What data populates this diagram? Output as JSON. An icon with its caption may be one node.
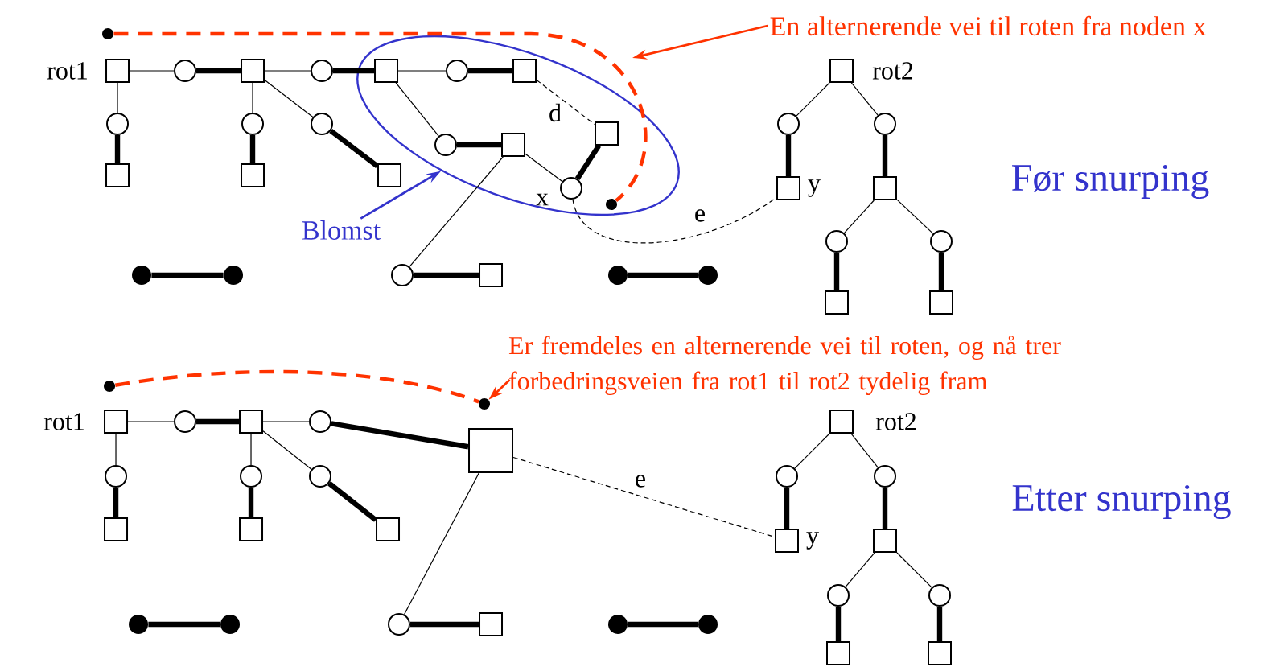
{
  "diagram": {
    "nodes": [
      {
        "text": [],
        "shape": "box",
        "beside": [
          "rot1"
        ]
      },
      {
        "text": [],
        "shape": "circle"
      },
      {
        "text": [],
        "shape": "box"
      },
      {
        "text": [],
        "shape": "circle"
      },
      {
        "text": [],
        "shape": "ellipse"
      },
      {
        "text": [],
        "shape": "box",
        "in": 4
      },
      {
        "text": [],
        "shape": "circle",
        "in": 4
      },
      {
        "text": [],
        "shape": "box",
        "in": 4
      },
      {
        "text": [],
        "shape": "circle",
        "in": 4
      },
      {
        "text": [],
        "shape": "box",
        "in": 4
      },
      {
        "text": [],
        "shape": "circle",
        "in": 4,
        "beside": [
          "x"
        ]
      },
      {
        "text": [],
        "shape": "box",
        "in": 4
      },
      {
        "text": [],
        "shape": "circle"
      },
      {
        "text": [],
        "shape": "box"
      },
      {
        "text": [],
        "shape": "circle"
      },
      {
        "text": [],
        "shape": "box"
      },
      {
        "text": [],
        "shape": "circle"
      },
      {
        "text": [],
        "shape": "box"
      },
      {
        "text": [],
        "shape": "circle"
      },
      {
        "text": [],
        "shape": "box"
      },
      {
        "text": [],
        "shape": "dot"
      },
      {
        "text": [],
        "shape": "dot"
      },
      {
        "text": [],
        "shape": "dot"
      },
      {
        "text": [],
        "shape": "dot"
      },
      {
        "text": [],
        "shape": "dot"
      },
      {
        "text": [],
        "shape": "dot",
        "in": 4
      },
      {
        "text": [
          "En alternerende vei til roten fra noden x"
        ]
      },
      {
        "text": [
          "Blomst"
        ]
      },
      {
        "text": [],
        "shape": "box",
        "beside": [
          "rot2"
        ]
      },
      {
        "text": [],
        "shape": "circle"
      },
      {
        "text": [],
        "shape": "circle"
      },
      {
        "text": [],
        "shape": "box",
        "beside": [
          "y"
        ]
      },
      {
        "text": [],
        "shape": "box"
      },
      {
        "text": [],
        "shape": "circle"
      },
      {
        "text": [],
        "shape": "circle"
      },
      {
        "text": [],
        "shape": "box"
      },
      {
        "text": [],
        "shape": "box"
      },
      {
        "text": [
          "Er fremdeles en alternerende vei til roten, og nå trer forbedringsveien fra rot1 til rot2 tydelig fram"
        ]
      },
      {
        "text": [],
        "shape": "dot"
      },
      {
        "text": [],
        "shape": "dot"
      },
      {
        "text": [],
        "shape": "box",
        "beside": [
          "rot1"
        ]
      },
      {
        "text": [],
        "shape": "circle"
      },
      {
        "text": [],
        "shape": "box"
      },
      {
        "text": [],
        "shape": "circle"
      },
      {
        "text": [],
        "shape": "box"
      },
      {
        "text": [],
        "shape": "circle"
      },
      {
        "text": [],
        "shape": "box"
      },
      {
        "text": [],
        "shape": "circle"
      },
      {
        "text": [],
        "shape": "box"
      },
      {
        "text": [],
        "shape": "circle"
      },
      {
        "text": [],
        "shape": "box"
      },
      {
        "text": [],
        "shape": "circle"
      },
      {
        "text": [],
        "shape": "box"
      },
      {
        "text": [],
        "shape": "dot"
      },
      {
        "text": [],
        "shape": "dot"
      },
      {
        "text": [],
        "shape": "dot"
      },
      {
        "text": [],
        "shape": "dot"
      },
      {
        "text": [],
        "shape": "box",
        "beside": [
          "rot2"
        ]
      },
      {
        "text": [],
        "shape": "circle"
      },
      {
        "text": [],
        "shape": "circle"
      },
      {
        "text": [],
        "shape": "box",
        "beside": [
          "y"
        ]
      },
      {
        "text": [],
        "shape": "box"
      },
      {
        "text": [],
        "shape": "circle"
      },
      {
        "text": [],
        "shape": "circle"
      },
      {
        "text": [],
        "shape": "box"
      },
      {
        "text": [],
        "shape": "box"
      }
    ],
    "edges": [
      {
        "from": 0,
        "to": 1,
        "arrow": "none"
      },
      {
        "from": 1,
        "to": 2,
        "arrow": "none",
        "style": "thick"
      },
      {
        "from": 2,
        "to": 3,
        "arrow": "none"
      },
      {
        "from": 3,
        "to": 5,
        "arrow": "none",
        "style": "thick"
      },
      {
        "from": 5,
        "to": 6,
        "arrow": "none"
      },
      {
        "from": 6,
        "to": 7,
        "arrow": "none",
        "style": "thick"
      },
      {
        "from": 0,
        "to": 12,
        "arrow": "none"
      },
      {
        "from": 12,
        "to": 13,
        "arrow": "none",
        "style": "thick"
      },
      {
        "from": 2,
        "to": 14,
        "arrow": "none"
      },
      {
        "from": 14,
        "to": 15,
        "arrow": "none",
        "style": "thick"
      },
      {
        "from": 2,
        "to": 16,
        "arrow": "none"
      },
      {
        "from": 16,
        "to": 17,
        "arrow": "none",
        "style": "thick"
      },
      {
        "from": 5,
        "to": 8,
        "arrow": "none"
      },
      {
        "from": 8,
        "to": 9,
        "arrow": "none",
        "style": "thick"
      },
      {
        "from": 9,
        "to": 10,
        "arrow": "none"
      },
      {
        "from": 10,
        "to": 11,
        "arrow": "none",
        "style": "thick"
      },
      {
        "from": 7,
        "to": 11,
        "arrow": "none",
        "style": "dashed",
        "label": "d"
      },
      {
        "from": 9,
        "to": 18,
        "arrow": "none"
      },
      {
        "from": 18,
        "to": 19,
        "arrow": "none",
        "style": "thick"
      },
      {
        "from": 20,
        "to": 21,
        "arrow": "none",
        "style": "thick"
      },
      {
        "from": 22,
        "to": 23,
        "arrow": "none",
        "style": "thick"
      },
      {
        "from": 24,
        "to": 25,
        "arrow": "none",
        "style": "dashed",
        "color": "#ff3300"
      },
      {
        "from": 26,
        "to": null,
        "arrow": "to",
        "color": "#ff3300"
      },
      {
        "from": 27,
        "to": 4,
        "arrow": "to",
        "color": "#3333cc"
      },
      {
        "from": 10,
        "to": 31,
        "arrow": "none",
        "style": "dashed",
        "label": "e"
      },
      {
        "from": 28,
        "to": 29,
        "arrow": "none"
      },
      {
        "from": 28,
        "to": 30,
        "arrow": "none"
      },
      {
        "from": 29,
        "to": 31,
        "arrow": "none",
        "style": "thick"
      },
      {
        "from": 30,
        "to": 32,
        "arrow": "none",
        "style": "thick"
      },
      {
        "from": 32,
        "to": 33,
        "arrow": "none"
      },
      {
        "from": 32,
        "to": 34,
        "arrow": "none"
      },
      {
        "from": 33,
        "to": 35,
        "arrow": "none",
        "style": "thick"
      },
      {
        "from": 34,
        "to": 36,
        "arrow": "none",
        "style": "thick"
      },
      {
        "from": 38,
        "to": 39,
        "arrow": "none",
        "style": "dashed",
        "color": "#ff3300"
      },
      {
        "from": 37,
        "to": 39,
        "arrow": "to",
        "color": "#ff3300"
      },
      {
        "from": 40,
        "to": 41,
        "arrow": "none"
      },
      {
        "from": 41,
        "to": 42,
        "arrow": "none",
        "style": "thick"
      },
      {
        "from": 42,
        "to": 43,
        "arrow": "none"
      },
      {
        "from": 43,
        "to": 44,
        "arrow": "none",
        "style": "thick"
      },
      {
        "from": 40,
        "to": 45,
        "arrow": "none"
      },
      {
        "from": 45,
        "to": 46,
        "arrow": "none",
        "style": "thick"
      },
      {
        "from": 42,
        "to": 47,
        "arrow": "none"
      },
      {
        "from": 47,
        "to": 48,
        "arrow": "none",
        "style": "thick"
      },
      {
        "from": 42,
        "to": 49,
        "arrow": "none"
      },
      {
        "from": 49,
        "to": 50,
        "arrow": "none",
        "style": "thick"
      },
      {
        "from": 44,
        "to": 51,
        "arrow": "none"
      },
      {
        "from": 51,
        "to": 52,
        "arrow": "none",
        "style": "thick"
      },
      {
        "from": 53,
        "to": 54,
        "arrow": "none",
        "style": "thick"
      },
      {
        "from": 55,
        "to": 56,
        "arrow": "none",
        "style": "thick"
      },
      {
        "from": 44,
        "to": 60,
        "arrow": "none",
        "style": "dashed",
        "label": "e"
      },
      {
        "from": 57,
        "to": 58,
        "arrow": "none"
      },
      {
        "from": 57,
        "to": 59,
        "arrow": "none"
      },
      {
        "from": 58,
        "to": 60,
        "arrow": "none",
        "style": "thick"
      },
      {
        "from": 59,
        "to": 61,
        "arrow": "none",
        "style": "thick"
      },
      {
        "from": 61,
        "to": 62,
        "arrow": "none"
      },
      {
        "from": 61,
        "to": 63,
        "arrow": "none"
      },
      {
        "from": 62,
        "to": 64,
        "arrow": "none",
        "style": "thick"
      },
      {
        "from": 63,
        "to": 65,
        "arrow": "none",
        "style": "thick"
      }
    ],
    "labels": [
      "Før snurping",
      "Etter snurping"
    ]
  }
}
